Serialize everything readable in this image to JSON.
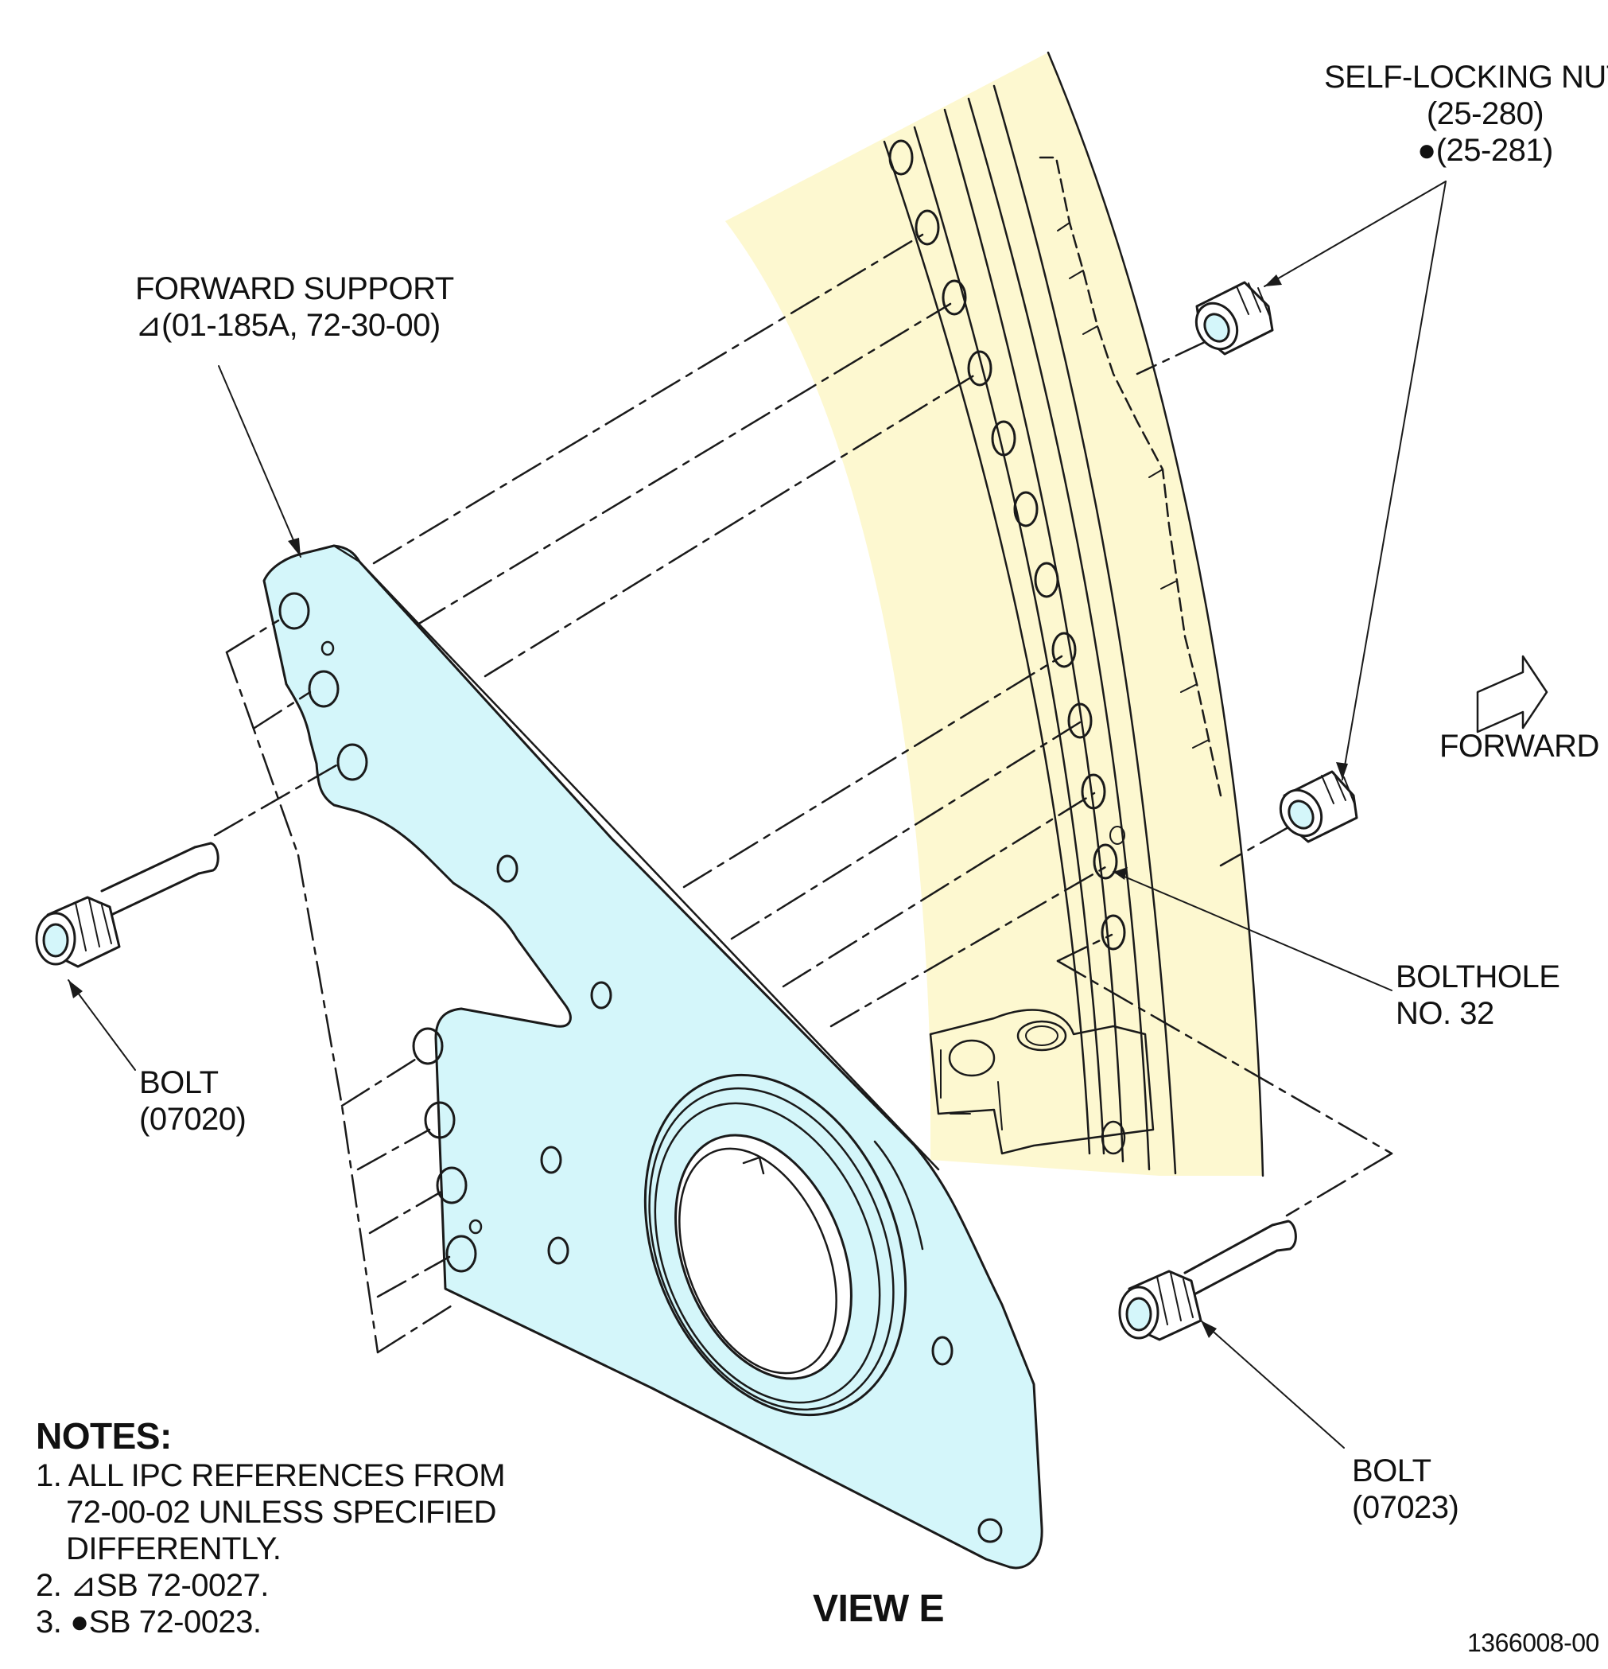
{
  "callouts": {
    "nuts": {
      "name": "SELF-LOCKING NUTS",
      "ref1": "(25-280)",
      "ref2_marker": "●",
      "ref2": "(25-281)"
    },
    "support": {
      "name": "FORWARD SUPPORT",
      "ref_marker": "⊿",
      "ref": "(01-185A, 72-30-00)"
    },
    "bolt_left": {
      "name": "BOLT",
      "ref": "(07020)"
    },
    "bolt_right": {
      "name": "BOLT",
      "ref": "(07023)"
    },
    "bolthole": {
      "name": "BOLTHOLE",
      "number": "NO. 32"
    },
    "forward": "FORWARD"
  },
  "notes": {
    "title": "NOTES:",
    "items": [
      {
        "num": "1.",
        "lines": [
          "ALL IPC REFERENCES FROM",
          "72-00-02 UNLESS SPECIFIED",
          "DIFFERENTLY."
        ]
      },
      {
        "num": "2.",
        "marker": "⊿",
        "text": "SB 72-0027."
      },
      {
        "num": "3.",
        "marker": "●",
        "text": "SB 72-0023."
      }
    ]
  },
  "view_title": "VIEW E",
  "figure_id": "1366008-00",
  "colors": {
    "case": "#fdf8d0",
    "support": "#d4f6fa",
    "line": "#1a1a1a"
  }
}
